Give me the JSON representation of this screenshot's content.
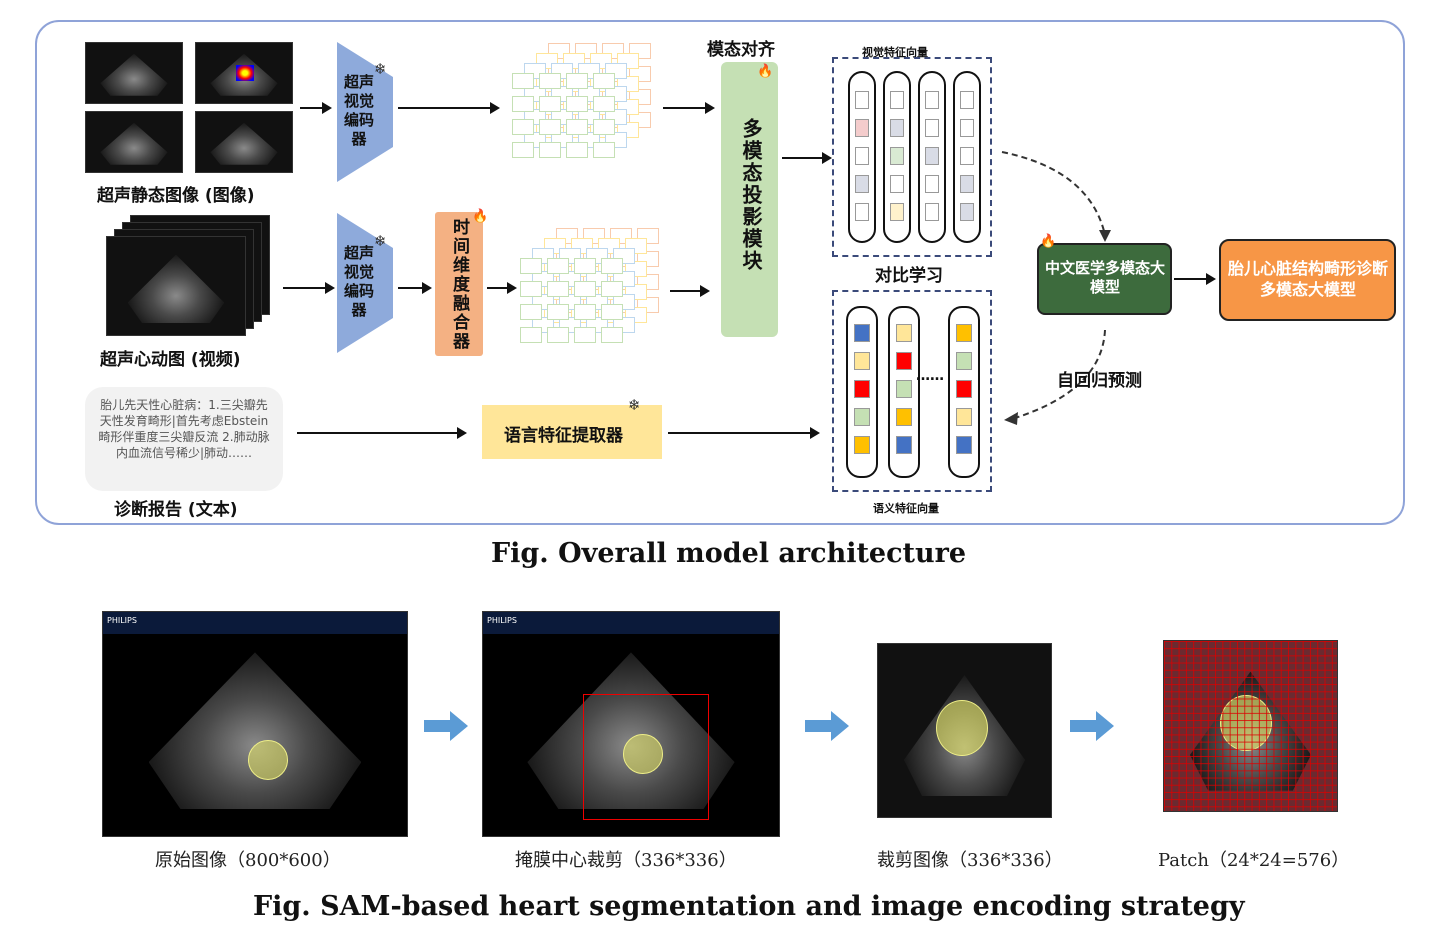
{
  "diagram1": {
    "static_label": "超声静态图像 (图像)",
    "video_label": "超声心动图 (视频)",
    "report_label": "诊断报告 (文本)",
    "report_text": "胎儿先天性心脏病：1.三尖瓣先天性发育畸形|首先考虑Ebstein 畸形伴重度三尖瓣反流 2.肺动脉内血流信号稀少|肺动……",
    "encoder_text": "超声视觉编码器",
    "temporal_fuser": "时间维度融合器",
    "modal_align": "模态对齐",
    "projection": "多模态投影模块",
    "lang_extractor": "语言特征提取器",
    "visual_vec": "视觉特征向量",
    "contrastive": "对比学习",
    "semantic_vec": "语义特征向量",
    "ellipsis": "……",
    "cn_llm": "中文医学多模态大模型",
    "autoregressive": "自回归预测",
    "final_model": "胎儿心脏结构畸形诊断多模态大模型",
    "frozen_icon": "snowflake-icon",
    "train_icon": "flame-icon",
    "caption": "Fig. Overall model architecture"
  },
  "diagram2": {
    "steps": [
      "原始图像（800*600）",
      "掩膜中心裁剪（336*336）",
      "裁剪图像（336*336）",
      "Patch（24*24=576）"
    ],
    "brand": "PHILIPS",
    "caption": "Fig. SAM-based heart segmentation and image encoding strategy"
  },
  "colors": {
    "frame": "#8fa3d8",
    "encoder": "#8eaadb",
    "fuser": "#f4b183",
    "projection": "#c5e0b4",
    "lang": "#ffe699",
    "cn_llm": "#3d6b3d",
    "final": "#f79646",
    "blue_arrow": "#5b9bd5"
  }
}
